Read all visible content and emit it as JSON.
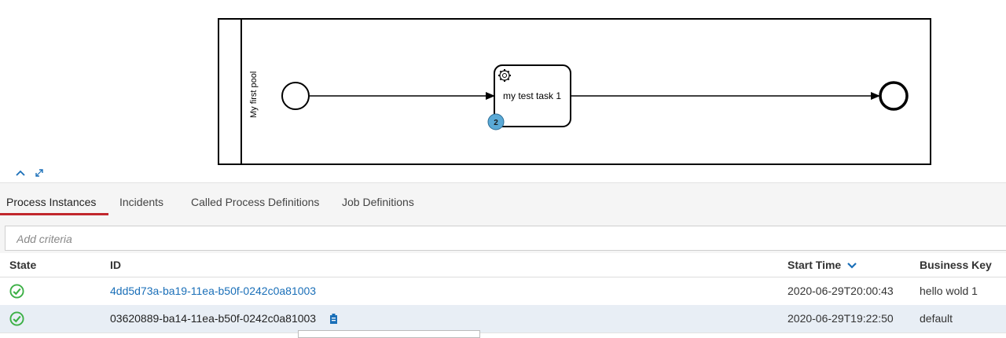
{
  "diagram": {
    "pool_name": "My first pool",
    "task_name": "my test task 1",
    "task_badge": "2"
  },
  "tabs": [
    {
      "label": "Process Instances",
      "active": true
    },
    {
      "label": "Incidents",
      "active": false
    },
    {
      "label": "Called Process Definitions",
      "active": false
    },
    {
      "label": "Job Definitions",
      "active": false
    }
  ],
  "search": {
    "placeholder": "Add criteria"
  },
  "table": {
    "columns": {
      "state": "State",
      "id": "ID",
      "start_time": "Start Time",
      "business_key": "Business Key"
    },
    "rows": [
      {
        "state": "ok",
        "id": "4dd5d73a-ba19-11ea-b50f-0242c0a81003",
        "start_time": "2020-06-29T20:00:43",
        "business_key": "hello wold 1"
      },
      {
        "state": "ok",
        "id": "03620889-ba14-11ea-b50f-0242c0a81003",
        "start_time": "2020-06-29T19:22:50",
        "business_key": "default"
      }
    ]
  },
  "colors": {
    "accent": "#c1272d",
    "link": "#1a6fb8",
    "ok": "#3cb046",
    "badge": "#5aa9d6"
  }
}
